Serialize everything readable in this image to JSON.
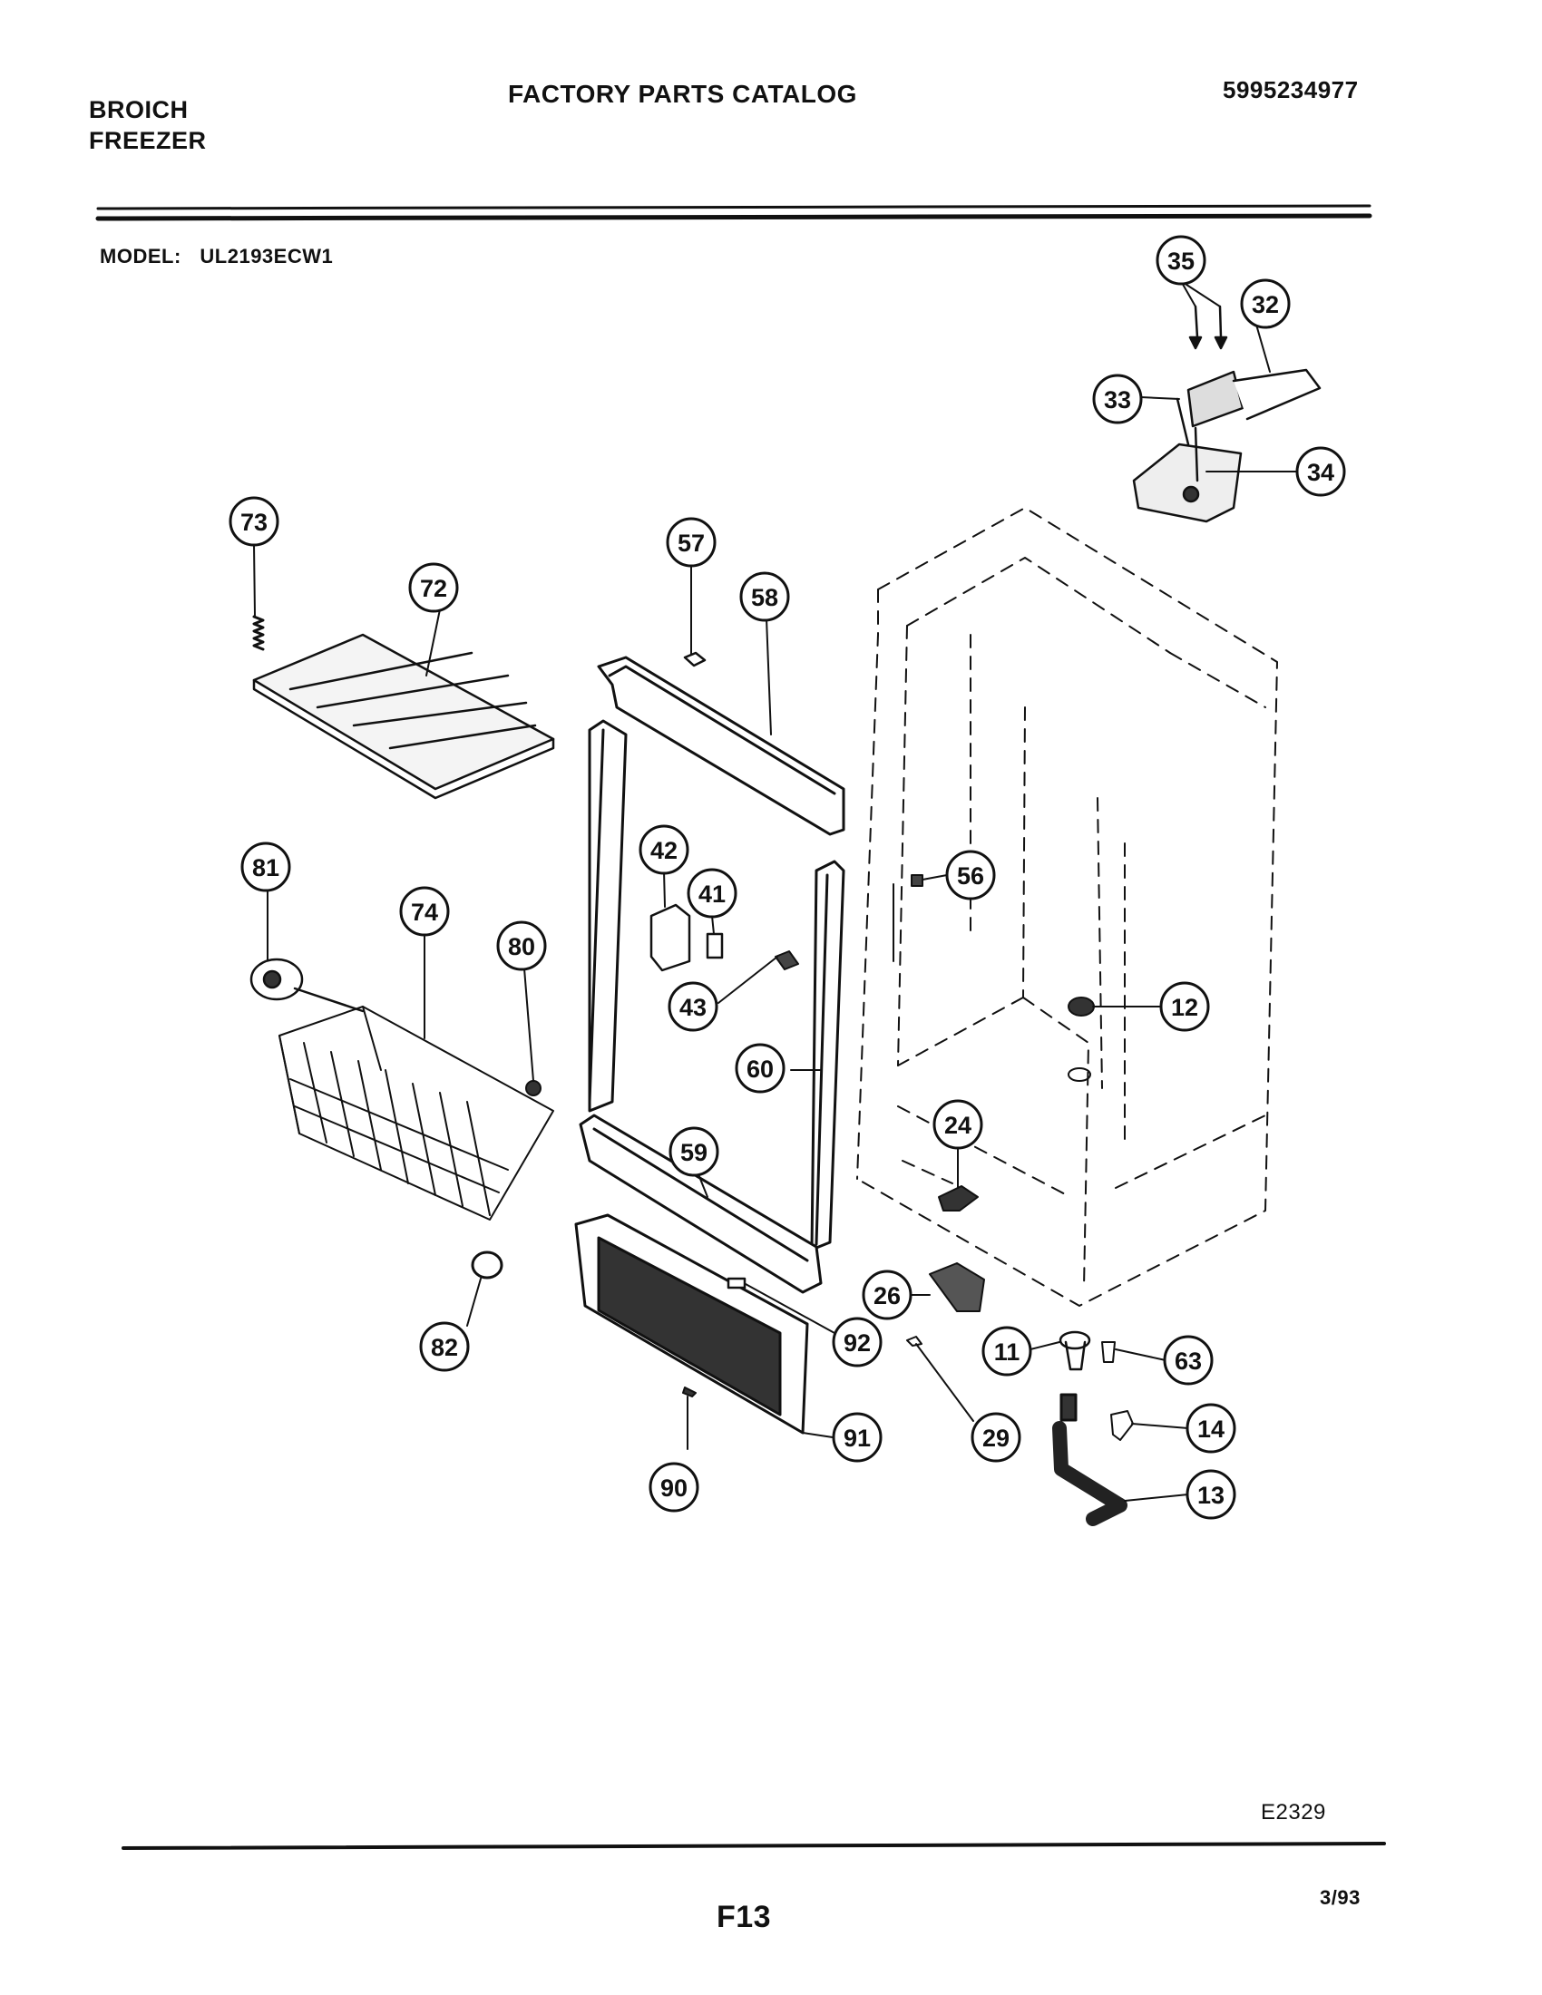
{
  "header": {
    "brand_line1": "BROICH",
    "brand_line2": "FREEZER",
    "catalog_title": "FACTORY PARTS CATALOG",
    "catalog_number": "5995234977",
    "model_label": "MODEL:",
    "model_value": "UL2193ECW1"
  },
  "footer": {
    "drawing_id": "E2329",
    "page_number": "F13",
    "date": "3/93"
  },
  "callouts": {
    "c35": "35",
    "c32": "32",
    "c33": "33",
    "c34": "34",
    "c73": "73",
    "c72": "72",
    "c57": "57",
    "c58": "58",
    "c42": "42",
    "c41": "41",
    "c43": "43",
    "c56": "56",
    "c81": "81",
    "c74": "74",
    "c80": "80",
    "c12": "12",
    "c60": "60",
    "c24": "24",
    "c59": "59",
    "c26": "26",
    "c92": "92",
    "c11": "11",
    "c63": "63",
    "c82": "82",
    "c29": "29",
    "c91": "91",
    "c14": "14",
    "c90": "90",
    "c13": "13"
  }
}
